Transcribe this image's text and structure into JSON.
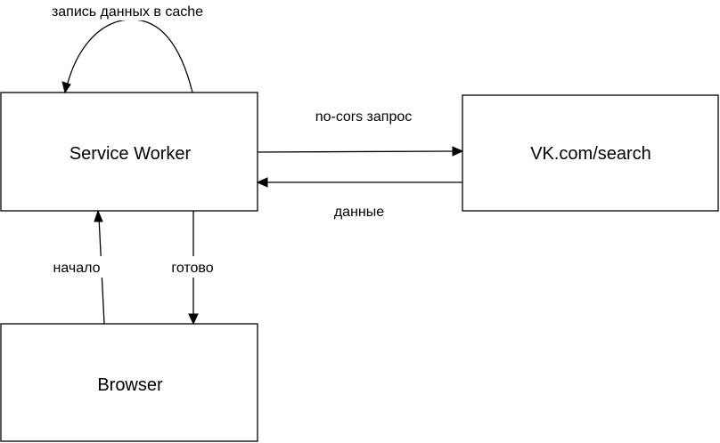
{
  "nodes": {
    "service_worker": "Service Worker",
    "vk_search": "VK.com/search",
    "browser": "Browser"
  },
  "edges": {
    "cache_write": "запись данных в cache",
    "no_cors_request": "no-cors запрос",
    "data": "данные",
    "start": "начало",
    "done": "готово"
  }
}
